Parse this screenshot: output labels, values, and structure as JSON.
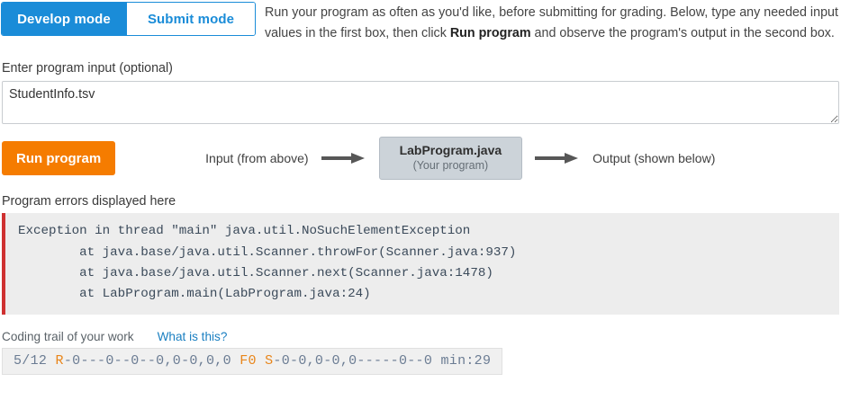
{
  "tabs": {
    "develop_label": "Develop mode",
    "submit_label": "Submit mode",
    "active": "Develop mode",
    "active_color": "#1a8cd8"
  },
  "intro": {
    "part1": "Run your program as often as you'd like, before submitting for grading. Below, type any needed input values in the first box, then click ",
    "bold": "Run program",
    "part2": " and observe the program's output in the second box."
  },
  "input_section": {
    "label": "Enter program input (optional)",
    "value": "StudentInfo.tsv",
    "placeholder": ""
  },
  "run_section": {
    "button_label": "Run program",
    "button_color": "#f57c00",
    "input_flow_label": "Input (from above)",
    "program_name": "LabProgram.java",
    "program_sub": "(Your program)",
    "output_flow_label": "Output (shown below)"
  },
  "errors": {
    "label": "Program errors displayed here",
    "accent_color": "#cf3131",
    "lines": [
      "Exception in thread \"main\" java.util.NoSuchElementException",
      "        at java.base/java.util.Scanner.throwFor(Scanner.java:937)",
      "        at java.base/java.util.Scanner.next(Scanner.java:1478)",
      "        at LabProgram.main(LabProgram.java:24)"
    ]
  },
  "trail": {
    "label": "Coding trail of your work",
    "link_label": "What is this?",
    "count": "5/12",
    "run_marker": "R",
    "run_sequence": "-0---0--0--0,0-0,0,0",
    "fail_marker": "F0",
    "submit_marker": "S",
    "submit_sequence": "-0-0,0-0,0-----0--0",
    "minutes": "min:29",
    "marker_color": "#e8851a"
  }
}
